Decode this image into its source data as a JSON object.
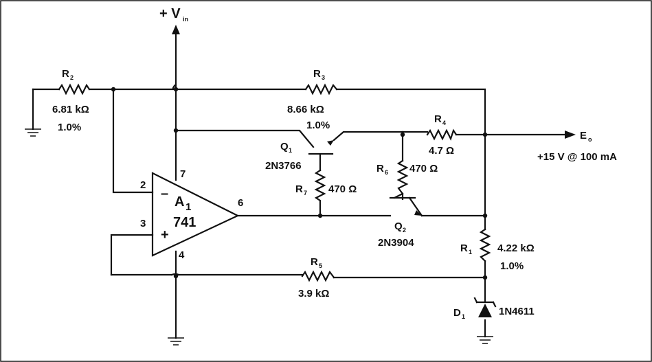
{
  "supply": {
    "label": "+ V",
    "sub": "in"
  },
  "output": {
    "label": "E",
    "sub": "o",
    "spec": "+15 V @ 100 mA"
  },
  "opamp": {
    "designator": "A",
    "designator_sub": "1",
    "part": "741",
    "minus": "–",
    "plus": "+",
    "pins": {
      "inv": "2",
      "noninv": "3",
      "out": "6",
      "vplus": "7",
      "vminus": "4"
    }
  },
  "resistors": {
    "r1": {
      "ref": "R",
      "sub": "1",
      "value": "4.22 kΩ",
      "tol": "1.0%"
    },
    "r2": {
      "ref": "R",
      "sub": "2",
      "value": "6.81 kΩ",
      "tol": "1.0%"
    },
    "r3": {
      "ref": "R",
      "sub": "3",
      "value": "8.66 kΩ",
      "tol": "1.0%"
    },
    "r4": {
      "ref": "R",
      "sub": "4",
      "value": "4.7 Ω"
    },
    "r5": {
      "ref": "R",
      "sub": "5",
      "value": "3.9 kΩ"
    },
    "r6": {
      "ref": "R",
      "sub": "6",
      "value": "470 Ω"
    },
    "r7": {
      "ref": "R",
      "sub": "7",
      "value": "470 Ω"
    }
  },
  "transistors": {
    "q1": {
      "ref": "Q",
      "sub": "1",
      "part": "2N3766"
    },
    "q2": {
      "ref": "Q",
      "sub": "2",
      "part": "2N3904"
    }
  },
  "diode": {
    "ref": "D",
    "sub": "1",
    "part": "1N4611"
  }
}
